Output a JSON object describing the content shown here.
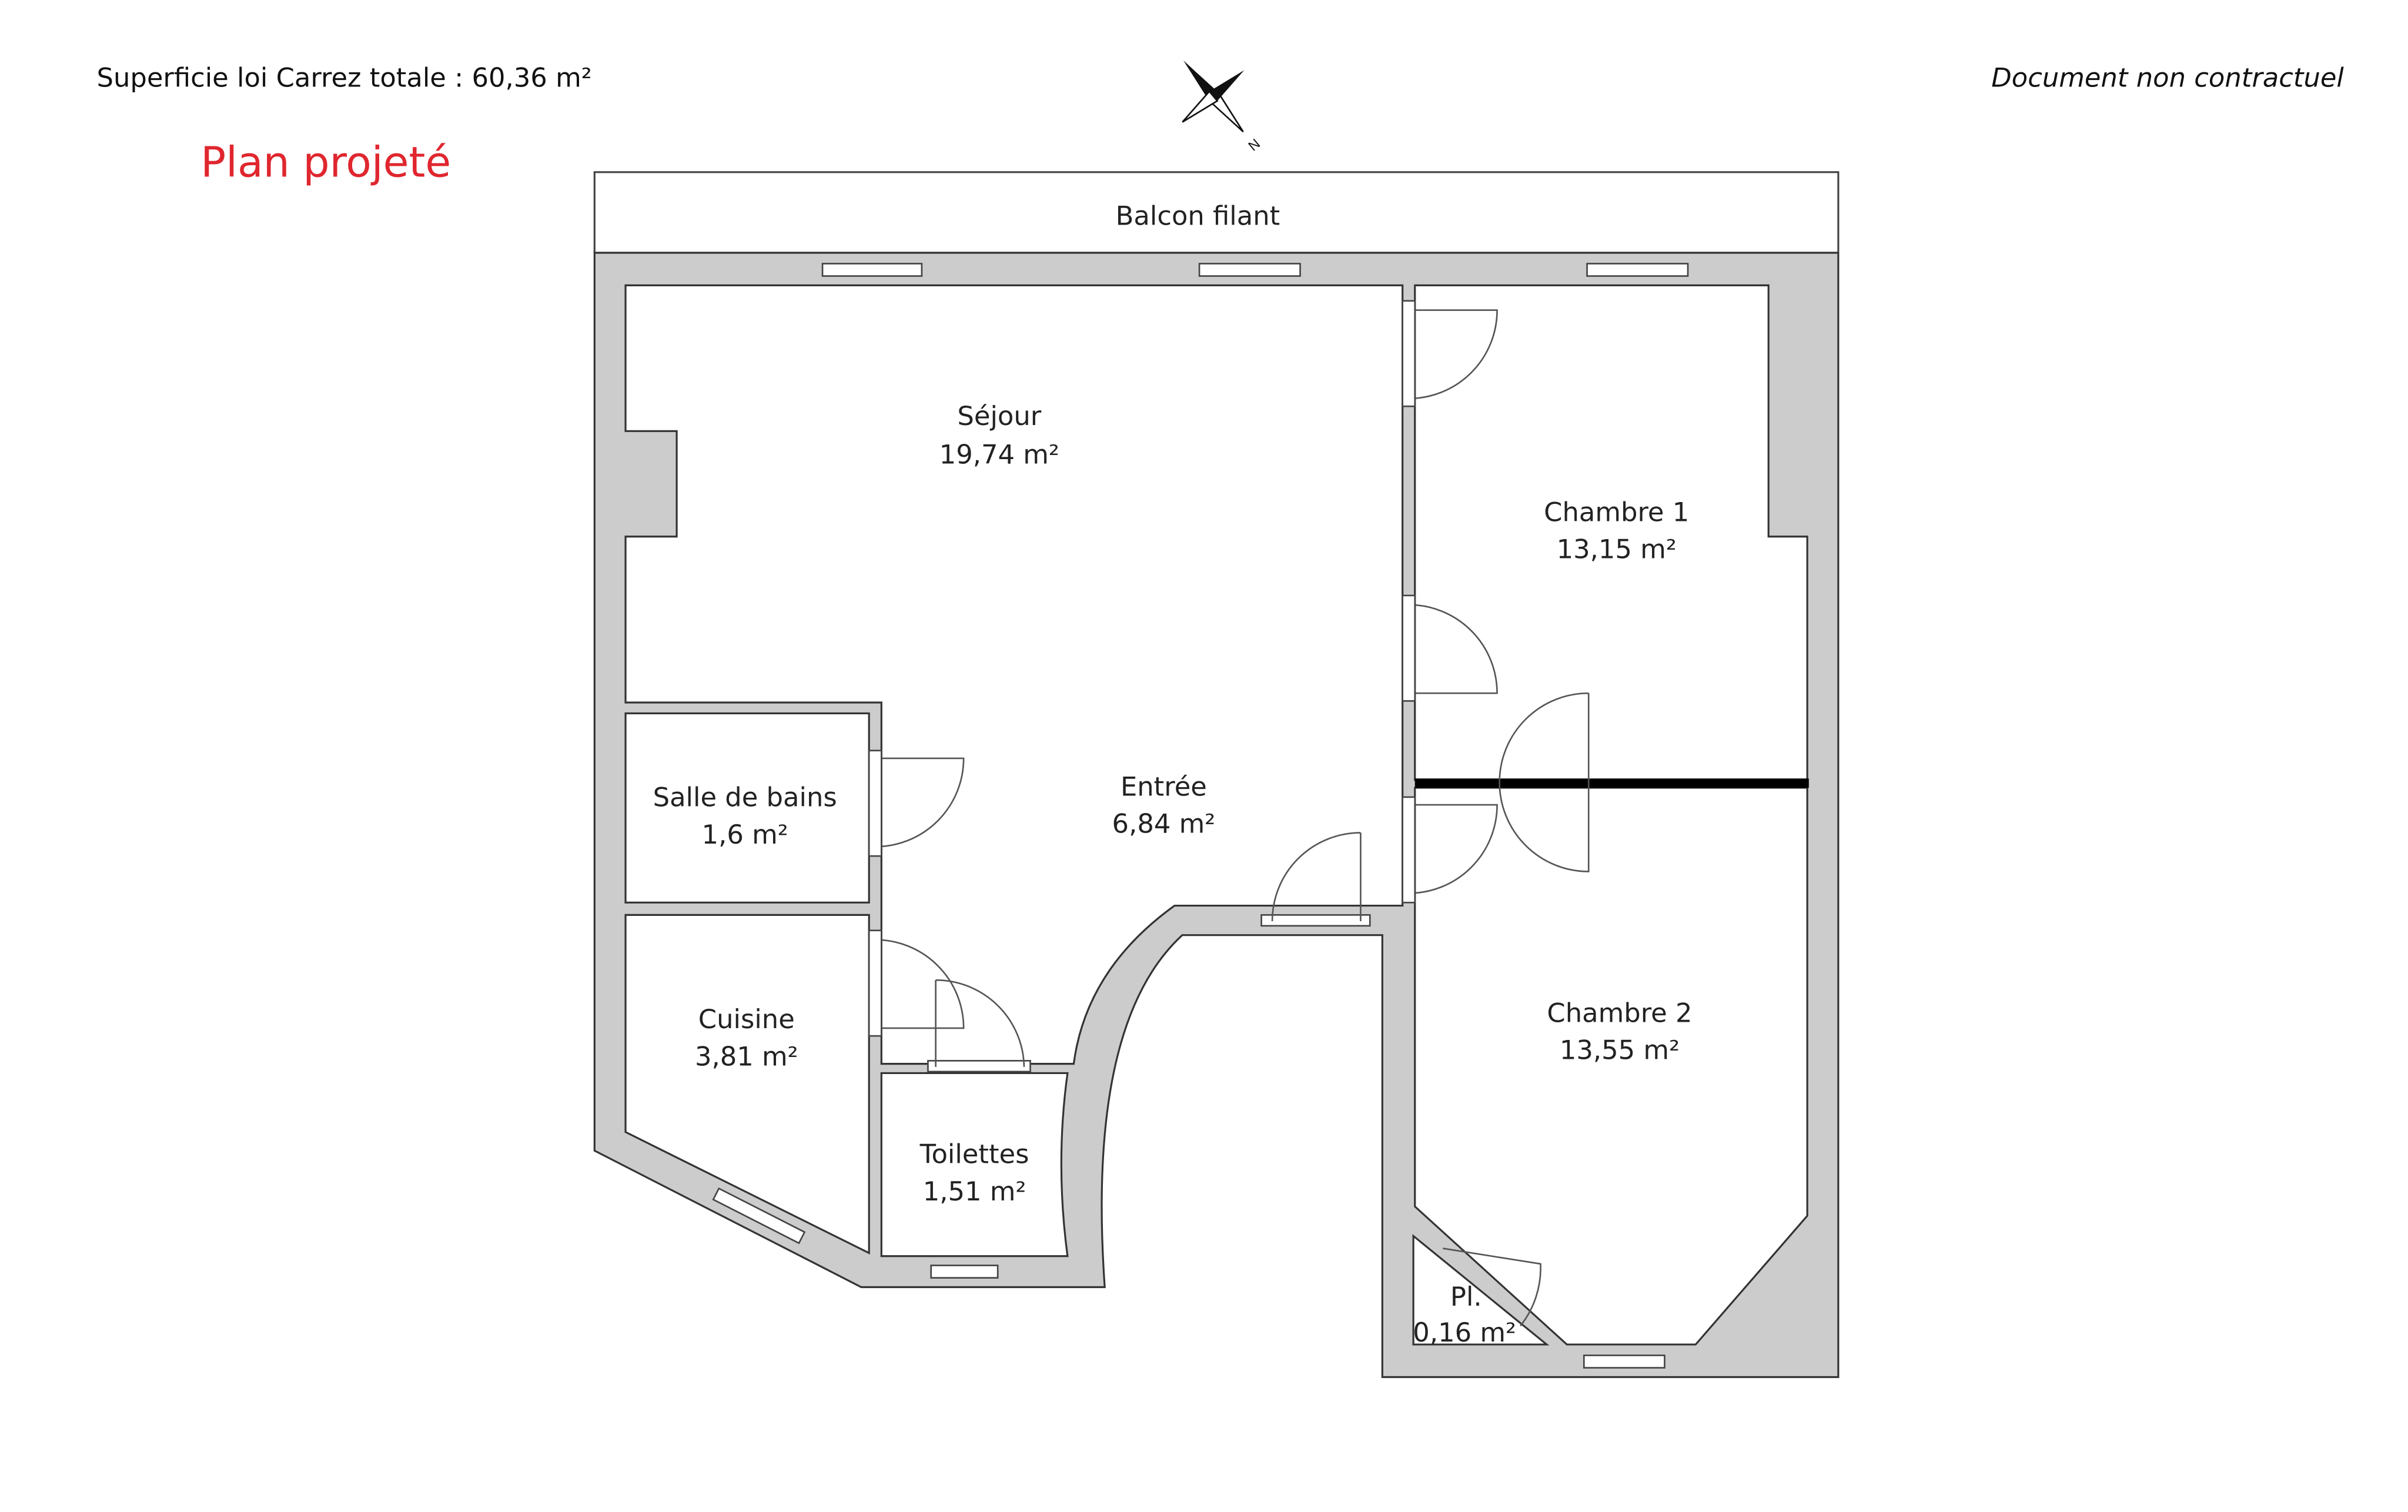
{
  "header": {
    "surface_total": "Superficie loi Carrez totale :  60,36 m²",
    "plan_title": "Plan projeté",
    "disclaimer": "Document non contractuel",
    "title_color": "#e0262e"
  },
  "compass": {
    "label": "N"
  },
  "balcony": {
    "label": "Balcon filant"
  },
  "rooms": [
    {
      "name": "Séjour",
      "area": "19,74 m²"
    },
    {
      "name": "Entrée",
      "area": "6,84 m²"
    },
    {
      "name": "Salle de bains",
      "area": "1,6 m²"
    },
    {
      "name": "Cuisine",
      "area": "3,81 m²"
    },
    {
      "name": "Toilettes",
      "area": "1,51 m²"
    },
    {
      "name": "Chambre 1",
      "area": "13,15 m²"
    },
    {
      "name": "Chambre 2",
      "area": "13,55 m²"
    },
    {
      "name": "Pl.",
      "area": "0,16 m²"
    }
  ]
}
